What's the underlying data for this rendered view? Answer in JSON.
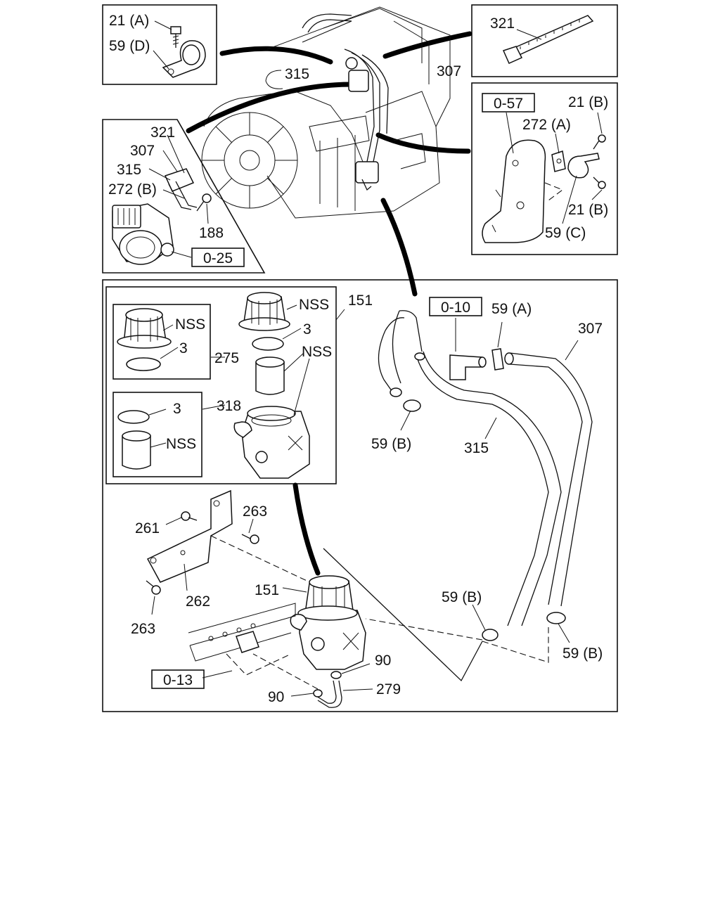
{
  "callouts": {
    "tl_21a": "21 (A)",
    "tl_59d": "59 (D)",
    "tr_321": "321",
    "eng_315": "315",
    "eng_307": "307",
    "ml_321": "321",
    "ml_307": "307",
    "ml_315": "315",
    "ml_272b": "272 (B)",
    "ml_188": "188",
    "mr_21b_top": "21 (B)",
    "mr_272a": "272 (A)",
    "mr_21b_bot": "21 (B)",
    "mr_59c": "59 (C)",
    "main_151_top": "151",
    "nss_1": "NSS",
    "nss_2": "NSS",
    "nss_3": "NSS",
    "nss_4": "NSS",
    "three_1": "3",
    "three_2": "3",
    "three_3": "3",
    "k275": "275",
    "k318": "318",
    "k59a": "59 (A)",
    "k307": "307",
    "k59b_1": "59 (B)",
    "k315": "315",
    "k261": "261",
    "k263_top": "263",
    "k262": "262",
    "k263_bot": "263",
    "k151": "151",
    "k59b_2": "59 (B)",
    "k59b_3": "59 (B)",
    "k90_top": "90",
    "k90_bot": "90",
    "k279": "279"
  },
  "ref_boxes": {
    "r057": "0-57",
    "r025": "0-25",
    "r010": "0-10",
    "r013": "0-13"
  }
}
